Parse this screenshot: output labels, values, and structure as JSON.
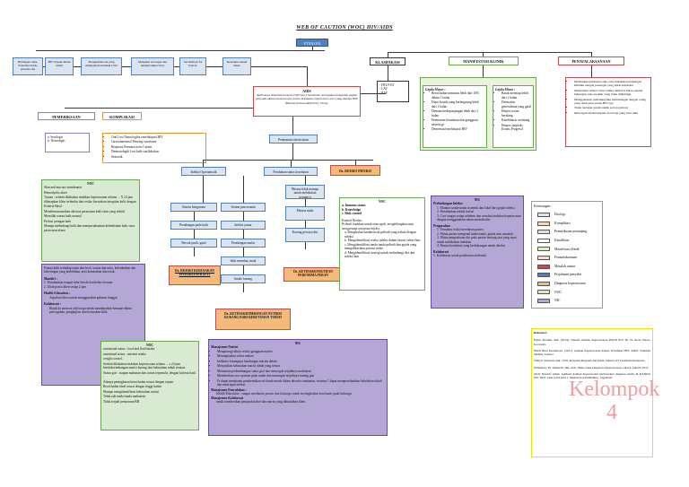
{
  "title": "WEB OF CAUTION (WOC) HIV/AIDS",
  "etiologi": "ETIOLOGI",
  "causes": [
    "Hubungan Seks, Transfusi darah, plasenta ibu",
    "HIV masuk dalam tubuh",
    "Menginfeksi sel yang mempunyai molekul CD4",
    "Mengikat sel target dan memproduksi virus",
    "Sel limfosit T4 hancur",
    "Destruksi sistem imun"
  ],
  "aids": {
    "heading": "AIDS",
    "text": "AIDS atau Acquired Immune Deficiency Syndrome merupakan kumpulan gejala penyakit akibat menurunnya sistem kekebalan tubuh oleh virus yang disebut HIV (Human Immunodeficiency Virus)."
  },
  "klasifikasi": {
    "heading": "KLASIFIKASI",
    "items": [
      "- HTLV-III",
      "- LAV",
      "- RAV"
    ]
  },
  "manifestasi": {
    "heading": "MANIFESTASI KLINIK",
    "mayor_title": "Gejala Mayor :",
    "mayor": [
      "Berat badan menurun lebih dari 10% dalam 1 bulan",
      "Diare kronik yang berlangsung lebih dari 1 bulan",
      "Demam berkepanjangan lebih dari 1 bulan",
      "Penurunan kesadaran dan gangguan neurologi",
      "Demensia/ensefalopati HIV"
    ],
    "minor_title": "Gejala Minor :",
    "minor": [
      "Batuk menetap lebih dari 1 bulan",
      "Dermatitis generalisata yang gatal",
      "Herpes zoster berulang",
      "Kandidiasis orofaring",
      "Herpes simpleks Kronis Progresif"
    ]
  },
  "penatalaksanaan": {
    "heading": "PENATALAKSANAAN",
    "items": [
      "Melakukan abstinensi seks atau melakukan hubungan kelamin dengan pasangan yang tidak terinfeksi",
      "Memeriksa adanya virus paling lambat 6 bulan setelah hubungan seks terakhir yang tidak dilindungi",
      "Menggunakan pelindung jika berhubungan dengan orang yang tidak jelas status HIV-nya",
      "Tidak bertukar jarum suntik serta jarum tat",
      "Mencegah infeksi kepada atau bayi yang baru lahir"
    ]
  },
  "pemeriksaan": {
    "heading": "PEMERIKSAAN PENUNJANG",
    "items": [
      "a. Serologis",
      "b. Neurologis"
    ]
  },
  "komplikasi": {
    "heading": "KOMPLIKASI",
    "items": [
      "Oral Lesi Neurologika ensefalopati HIV",
      "Gastrointestinal Wasting syndrome",
      "Respirasi Pneumocystic Carinii",
      "Dermatologik Lesi kulit stafilokokus",
      "Sensorik"
    ]
  },
  "penurunan": "Penurunan sistem imun",
  "infeksi_oport": "Infeksi Oportunistik",
  "perubahan_status": "Perubahan status kesehatan",
  "dx_resiko_infeksi": "Dx. RESIKO INFEKSI",
  "left_chain": [
    "Sistem Integumen",
    "Peradangan pada kulit",
    "Bercak putih, gatal"
  ],
  "dx_kulit": "Dx. RESIKO KERUSAKAN INTEGRITAS KULIT",
  "mid_chain": [
    "Sistem pencernaan",
    "Infeksi jamur",
    "Peradangan mulut",
    "Sulit menelan, mual",
    "Intake kurang"
  ],
  "dx_nutrisi": "Dx. KETIDAKSEIMBANGAN NUTRISI KURANG DARI KEBUTUHAN TUBUH",
  "right_chain": [
    "Merasa tidak mampu untuk melakukan perannya",
    "Merasa malu",
    "Kurang percaya diri"
  ],
  "dx_peran": "Dx. KETIDAKEFEKTIFAN PERFORMA PERAN",
  "noc_left": {
    "heading": "NOC",
    "lines": [
      "Skin and mucous membranes",
      "Hemodyalis akses",
      "Tujuan : setelah dilakukan tindakan keperawatan selama ... X 24 jam diharapkan klien terhindar dari resiko kerusakan integritas kulit dengan",
      "Kriteria Hasil :",
      "Mendemonstrasikan akivitas perawatan kulit rutin yang efektif",
      "Memiliki warna kulit normal",
      "Perfusi jaringan baik",
      "Mampu melindungi kulit dan mempertahankan kelembaban kulit serta perawatan alami"
    ]
  },
  "nic_left": {
    "intro": "Pantau kulit terhadap ruam dan lecet, warna dan suhu, kelembaban dan kekeringan yang berlebihan, area kemerahan dan retak.",
    "mandiri_title": "Mandiri :",
    "mandiri": [
      "1. Pertahankan tempat tidur bersih dan bebas kerutan",
      "2. Ubah posisi klien setiap 2 jam"
    ],
    "edu_title": "Health Education :",
    "edu": [
      "Anjurkan klien untuk menggunakan pakaian longgar"
    ],
    "kol_title": "Kolaborasi :",
    "kol": [
      "Rujuk ke perawat ahli terapi untuk mendapatkan bantuan dalam pencegahan, pengkajian, dan kerusakan kulit"
    ]
  },
  "noc_mid": {
    "heading": "NOC",
    "lines": [
      "nutrisional status : food and fluid intake",
      "nutritional status : nutrient intake",
      "weight control.",
      "Setelah dilakukan tindakan keperawatan selama ... x 24 jam ketidakseimbangan nutrisi kurang dari kebutuhan tubuh teratasi.",
      "Status gizi : asupan makanan dan cairan terpenuhi, dengan kriteria hasil :",
      "Adanya peningkatan berat badan sesuai dengan tujuan",
      "Berat badan ideal sesuai dengan tinggi badan",
      "Mampu mengidentifikasi kebutuhan nutrisi",
      "Tidak ada tanda-tanda malnutrisi",
      "Tidak terjadi penurunan BB"
    ]
  },
  "nic_mid": {
    "heading": "NIC",
    "mn_title": "Manajemen Nutrisi",
    "mn": [
      "Mengurangi faktor resiko gangguan nutrisi",
      "Meningkatkan selera makan",
      "Indikator kurangnya kandungan nutrien dalam",
      "Menyajikan kebutuhan nutrisi tubuh yang sesuai",
      "Memantau perkembangan status gizi dan mencegah terjadinya malnutrisi",
      "Memberikan rasa nyaman pada mulut dan mencegah terjadinya kurang gizi",
      "Fe dapat membantu pembentukan sel darah merah dalam absorbsi makanan, vitamin C dapat mempertahankan kekebalan tubuh dan mencegah infeksi"
    ],
    "mp_title": "Manajemen Penyuluhan :",
    "mp": [
      "Health Education : sangat membantu pasien dan keluarga untuk meningkatkan kesehatan pada keluarga"
    ],
    "mk_title": "Manajemen Kolaborasi",
    "mk": [
      "untuk memberikan petunjuk kalori dan nutrisi yang dibutuhkan klien"
    ]
  },
  "noc_right": {
    "heading": "NOC",
    "items": [
      "a. Immune status",
      "b. Knowledge",
      "c. Risk control"
    ],
    "kh_title": "Kontrol Resiko:",
    "kh": "Pribadi tindakan untuk mencegah, menghilangkan atau mengurangi ancaman infeksi",
    "kh_items": [
      "a. Mengetahui karakteristik pribadi yang terkait dengan infeksi",
      "b. Mengidentifikasi resiko infeksi dalam situasi sehari-hari",
      "c. Mengidentifikasi tanda-tanda pribadi dan gejala yang mengidikasikan potensi risiko",
      "d. Mengidentifikasi strategi untuk melindungi diri dari infeksi lain"
    ]
  },
  "nic_right": {
    "heading": "NIC",
    "pi_title": "Perlindungan Infeksi",
    "pi": [
      "1. Monitor tanda-tanda sistemik dan lokal dari gejala infeksi",
      "2. Pertahankan teknik isolasi",
      "3. Cuci tangan setiap sebelum dan sesudah tindakan keperawatan dengan menggunakan sabun antimikroba"
    ],
    "pg_title": "Pengarahan",
    "pg": [
      "1. Tentukan resiko kesehatan pasien",
      "2. Minta pasien mengenal tanda-tanda, gejala atau masalah",
      "3. Minta pengetahuan diri pada pasien tentang saat yang tepat untuk melakukan tindakan",
      "4. Pantau kesehatan yang berhubungan untuk deteksi"
    ],
    "kol_title": "Kolaborasi",
    "kol": [
      "1. Kolaborasi untuk pemberian antibiotik"
    ]
  },
  "legend": {
    "title": "Keterangan :",
    "items": [
      {
        "label": "Etiologi",
        "color": "#dbe5f1"
      },
      {
        "label": "Komplikasi",
        "color": "#f9d9b5"
      },
      {
        "label": "Pemeriksaan penunjang",
        "color": "#e4d9ef"
      },
      {
        "label": "Klasifikasi",
        "color": "#ffffff"
      },
      {
        "label": "Manifestasi klinik",
        "color": "#dcefc6"
      },
      {
        "label": "Penatalaksanaan",
        "color": "#f7d6d6"
      },
      {
        "label": "Masalah utama",
        "color": "#c0504d"
      },
      {
        "label": "Perjalanan penyakit",
        "color": "#4f81bd"
      },
      {
        "label": "Diagnosa keperawatan",
        "color": "#f5b97a"
      },
      {
        "label": "NOC",
        "color": "#d9ead3"
      },
      {
        "label": "NIC",
        "color": "#b4a7d6"
      }
    ]
  },
  "referensi": {
    "title": "Referensi :",
    "items": [
      "Ekaru Rosnini, dkk. (2014). Standar Asuhan Keperawatan RSUD Prof Dr. H. Aloei Saboe. Gorontalo",
      "Nindi Dian Kurniawati. (2011). Asuhan Keperawatan Pasien Terinfeksi HIV/ AIDS. Salemba Medika. Jakarta",
      "Wahyu, Sriharah, dkk. 2016. Penyakit-Penyakit dan Imun. Jakarta: PT Gramedia Indonesia",
      "Wilkinson, M. Judith M. dkk. 2011. Buku Saku Diagnosis Keperawatan, edisi 9. Jakarta: EGC",
      "Ahda Nurarif, Amin. Aplikasi Asuhan keperawatan berdasarkan diagnosa medis & NANDA NIC NOC edisi revisi jilid 1. MediAction Publishing. Jogjakarta"
    ]
  },
  "kelompok": [
    "Kelompok",
    "4"
  ]
}
